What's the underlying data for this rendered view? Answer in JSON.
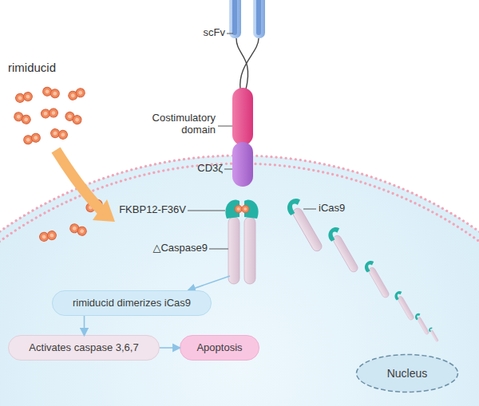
{
  "diagram": {
    "nodes": [
      {
        "text": [
          "rimiducid dimerizes iCas9"
        ]
      },
      {
        "text": [
          "Activates caspase 3,6,7"
        ]
      },
      {
        "text": [
          "Apoptosis"
        ]
      },
      {
        "text": [
          "Nucleus"
        ]
      }
    ],
    "edges": [
      {
        "from": 0,
        "to": 1,
        "arrow": "to"
      },
      {
        "from": 1,
        "to": 2,
        "arrow": "to"
      }
    ],
    "labels": [
      "rimiducid",
      "scFv",
      "Costimulatory domain",
      "CD3ζ",
      "FKBP12-F36V",
      "iCas9",
      "△Caspase9"
    ]
  }
}
